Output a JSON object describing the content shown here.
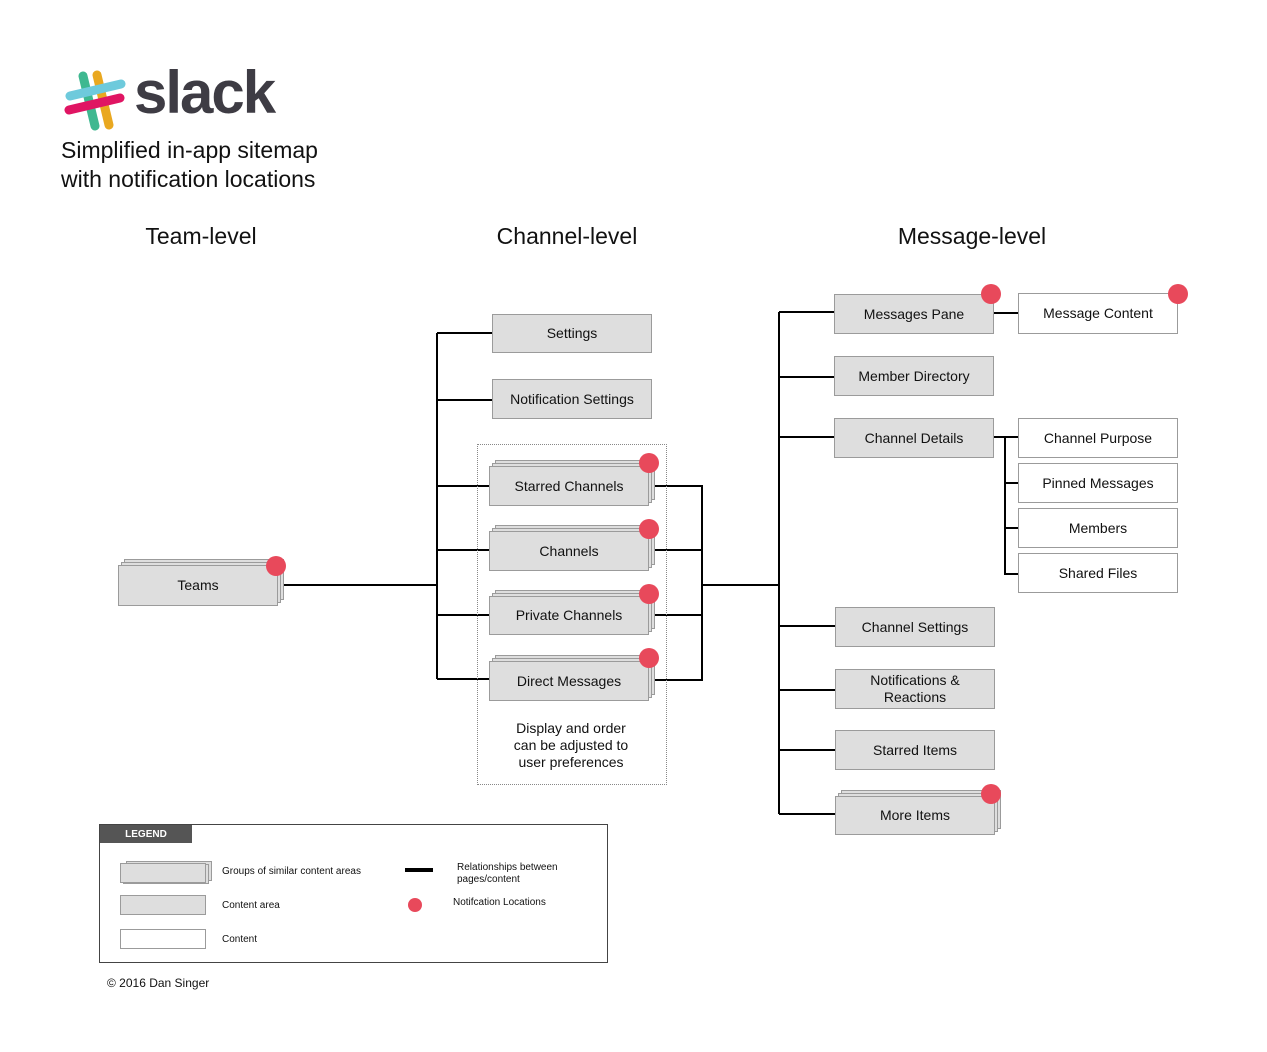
{
  "brand": {
    "name": "slack",
    "colors": {
      "green": "#3eb890",
      "blue": "#6ecadc",
      "yellow": "#e9a820",
      "red": "#e01563",
      "dark": "#3e3c44"
    }
  },
  "subtitle": {
    "line1": "Simplified in-app sitemap",
    "line2": "with notification locations"
  },
  "levels": {
    "team": "Team-level",
    "channel": "Channel-level",
    "message": "Message-level"
  },
  "nodes": {
    "teams": "Teams",
    "settings": "Settings",
    "notification_settings": "Notification Settings",
    "starred_channels": "Starred Channels",
    "channels": "Channels",
    "private_channels": "Private Channels",
    "direct_messages": "Direct Messages",
    "messages_pane": "Messages Pane",
    "message_content": "Message Content",
    "member_directory": "Member Directory",
    "channel_details": "Channel Details",
    "channel_purpose": "Channel Purpose",
    "pinned_messages": "Pinned Messages",
    "members": "Members",
    "shared_files": "Shared Files",
    "channel_settings": "Channel Settings",
    "notifications_reactions_1": "Notifications &",
    "notifications_reactions_2": "Reactions",
    "starred_items": "Starred Items",
    "more_items": "More Items"
  },
  "group_note": {
    "line1": "Display and order",
    "line2": "can be adjusted to",
    "line3": "user preferences"
  },
  "legend": {
    "title": "LEGEND",
    "groups": "Groups of similar content areas",
    "content_area": "Content area",
    "content": "Content",
    "relationships_1": "Relationships between",
    "relationships_2": "pages/content",
    "notification": "Notifcation Locations"
  },
  "colors": {
    "notification": "#e8495b",
    "box_fill": "#dedede",
    "box_border": "#9b9b9b"
  },
  "copyright": "© 2016 Dan Singer"
}
